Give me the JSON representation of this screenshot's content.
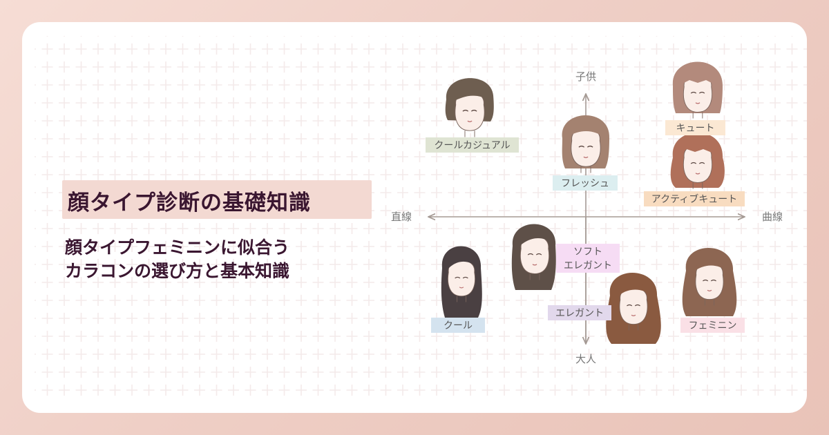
{
  "title": "顔タイプ診断の基礎知識",
  "subtitle_lines": [
    "顔タイプフェミニンに似合う",
    "カラコンの選び方と基本知識"
  ],
  "axes": {
    "top": "子供",
    "bottom": "大人",
    "left": "直線",
    "right": "曲線"
  },
  "types": [
    {
      "key": "cool-casual",
      "lines": [
        "クールカジュアル"
      ],
      "color": "#dfe4d3"
    },
    {
      "key": "fresh",
      "lines": [
        "フレッシュ"
      ],
      "color": "#dceef0"
    },
    {
      "key": "cute",
      "lines": [
        "キュート"
      ],
      "color": "#fbe8d3"
    },
    {
      "key": "active-cute",
      "lines": [
        "アクティブキュート"
      ],
      "color": "#f8dcc0"
    },
    {
      "key": "soft-elegant",
      "lines": [
        "ソフト",
        "エレガント"
      ],
      "color": "#f6dcf4"
    },
    {
      "key": "elegant",
      "lines": [
        "エレガント"
      ],
      "color": "#e2d8ec"
    },
    {
      "key": "cool",
      "lines": [
        "クール"
      ],
      "color": "#d4e3ef"
    },
    {
      "key": "feminine",
      "lines": [
        "フェミニン"
      ],
      "color": "#fae0e6"
    }
  ],
  "colors": {
    "background": "#f3d5cc",
    "card": "#ffffff",
    "title_highlight": "#f3d9d2",
    "text": "#3a1630",
    "axis": "#a59a94"
  }
}
